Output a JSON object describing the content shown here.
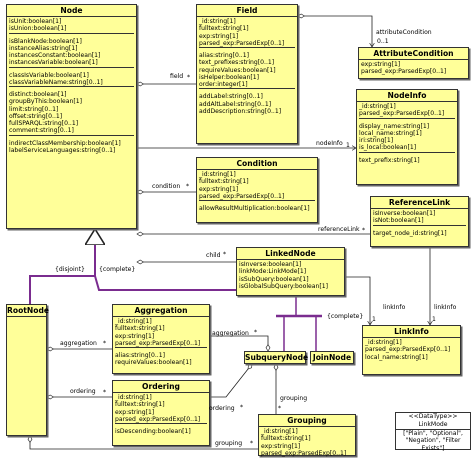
{
  "classes": {
    "node": {
      "name": "Node",
      "attrs": [
        "isUnit:boolean[1]",
        "isUnion:boolean[1]",
        "",
        "isBlankNode:boolean[1]",
        "instanceAlias:string[1]",
        "instancesConstant:boolean[1]",
        "instancesVariable:boolean[1]",
        "",
        "classIsVariable:boolean[1]",
        "classVariableName:string[0..1]",
        "",
        "distinct:boolean[1]",
        "groupByThis:boolean[1]",
        "limit:string[0..1]",
        "offset:string[0..1]",
        "fullSPARQL:string[0..1]",
        "comment:string[0..1]",
        "",
        "indirectClassMembership:boolean[1]",
        "labelServiceLanguages:string[0..1]"
      ]
    },
    "field": {
      "name": "Field",
      "attrs": [
        "_id:string[1]",
        "fulltext:string[1]",
        "exp:string[1]",
        "parsed_exp:ParsedExp[0..1]",
        "",
        "alias:string[0..1]",
        "text_prefixes:string[0..1]",
        "requireValues:boolean[1]",
        "isHelper:boolean[1]",
        "order:integer[1]",
        "",
        "addLabel:string[0..1]",
        "addAltLabel:string[0..1]",
        "addDescription:string[0..1]"
      ]
    },
    "attribute_condition": {
      "name": "AttributeCondition",
      "attrs": [
        "exp:string[1]",
        "parsed_exp:ParsedExp[0..1]"
      ]
    },
    "node_info": {
      "name": "NodeInfo",
      "attrs": [
        "_id:string[1]",
        "parsed_exp:ParsedExp[0..1]",
        "",
        "display_name:string[1]",
        "local_name:string[1]",
        "iri:string[1]",
        "is_local:boolean[1]",
        "",
        "text_prefix:string[1]"
      ]
    },
    "condition": {
      "name": "Condition",
      "attrs": [
        "_id:string[1]",
        "fulltext:string[1]",
        "exp:string[1]",
        "parsed_exp:ParsedExp[0..1]",
        "",
        "allowResultMultiplication:boolean[1]"
      ]
    },
    "reference_link": {
      "name": "ReferenceLink",
      "attrs": [
        "isInverse:boolean[1]",
        "isNot:boolean[1]",
        "",
        "target_node_id:string[1]"
      ]
    },
    "linked_node": {
      "name": "LinkedNode",
      "attrs": [
        "isInverse:boolean[1]",
        "linkMode:LinkMode[1]",
        "isSubQuery:boolean[1]",
        "isGlobalSubQuery:boolean[1]"
      ]
    },
    "root_node": {
      "name": "RootNode",
      "attrs": []
    },
    "aggregation": {
      "name": "Aggregation",
      "attrs": [
        "_id:string[1]",
        "fulltext:string[1]",
        "exp:string[1]",
        "parsed_exp:ParsedExp[0..1]",
        "",
        "alias:string[0..1]",
        "requireValues:boolean[1]"
      ]
    },
    "link_info": {
      "name": "LinkInfo",
      "attrs": [
        "_id:string[1]",
        "parsed_exp:ParsedExp[0..1]",
        "local_name:string[1]"
      ]
    },
    "subquery_node": {
      "name": "SubqueryNode",
      "attrs": []
    },
    "join_node": {
      "name": "JoinNode",
      "attrs": []
    },
    "ordering": {
      "name": "Ordering",
      "attrs": [
        "_id:string[1]",
        "fulltext:string[1]",
        "exp:string[1]",
        "parsed_exp:ParsedExp[0..1]",
        "",
        "isDescending:boolean[1]"
      ]
    },
    "grouping": {
      "name": "Grouping",
      "attrs": [
        "_id:string[1]",
        "fulltext:string[1]",
        "exp:string[1]",
        "parsed_exp:ParsedExp[0..1]"
      ]
    }
  },
  "labels": {
    "field": "field",
    "field_mult": "*",
    "attribute_condition": "attributeCondition",
    "attribute_condition_mult": "0..1",
    "node_info": "nodeInfo",
    "node_info_mult": "1",
    "condition": "condition",
    "condition_mult": "*",
    "reference_link": "referenceLink",
    "reference_link_mult": "*",
    "child": "child",
    "child_mult": "*",
    "disjoint_complete_left": "{disjoint}",
    "disjoint_complete_right": "{complete}",
    "complete_sub": "{complete}",
    "link_info_left": "linkInfo",
    "link_info_left_mult": "1",
    "link_info_right": "linkInfo",
    "link_info_right_mult": "1",
    "aggregation_left": "aggregation",
    "aggregation_left_mult": "*",
    "aggregation_right": "aggregation",
    "aggregation_right_mult": "*",
    "ordering_left": "ordering",
    "ordering_left_mult": "*",
    "ordering_right": "ordering",
    "ordering_right_mult": "*",
    "grouping_top": "grouping",
    "grouping_top_mult": "*",
    "grouping_bottom": "grouping",
    "grouping_bottom_mult": "*"
  },
  "datatype": {
    "stereotype": "<<DataType>>",
    "name": "LinkMode",
    "values": "[\"Plain\", \"Optional\", \"Negation\", \"Filter Exists\"]"
  }
}
